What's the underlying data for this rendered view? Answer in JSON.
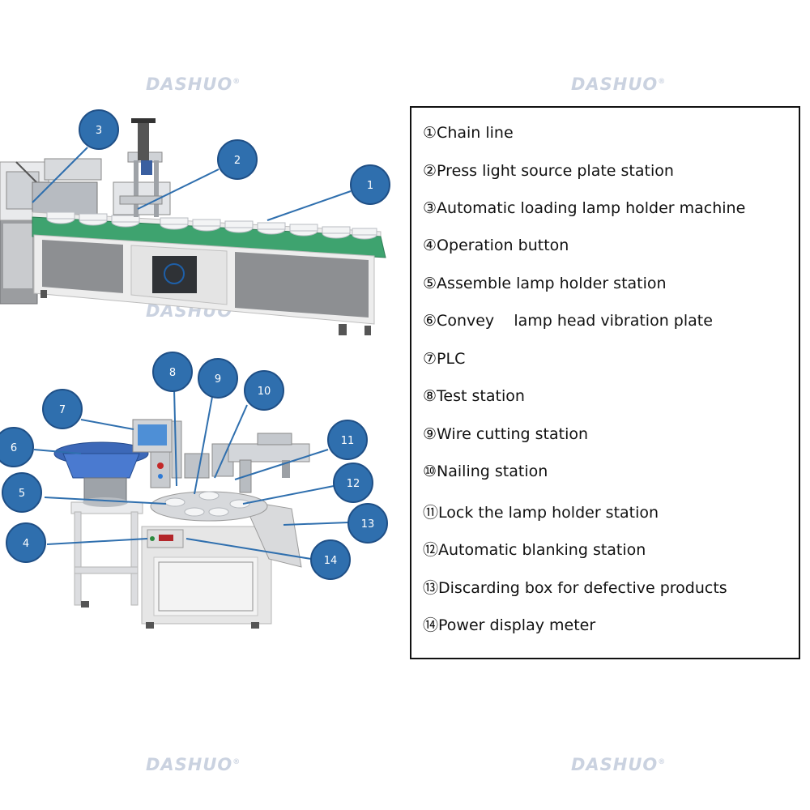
{
  "watermark": {
    "text": "DASHUO",
    "mark": "®"
  },
  "colors": {
    "badge": "#2f6fae",
    "badge_stroke": "#1f4f86",
    "green_belt": "#3ea36f",
    "panel_gray": "#8d8f92",
    "frame": "#e6e6e6"
  },
  "callouts": [
    {
      "num": "1"
    },
    {
      "num": "2"
    },
    {
      "num": "3"
    },
    {
      "num": "4"
    },
    {
      "num": "5"
    },
    {
      "num": "6"
    },
    {
      "num": "7"
    },
    {
      "num": "8"
    },
    {
      "num": "9"
    },
    {
      "num": "10"
    },
    {
      "num": "11"
    },
    {
      "num": "12"
    },
    {
      "num": "13"
    },
    {
      "num": "14"
    }
  ],
  "legend": [
    {
      "mark": "①",
      "text": "Chain line"
    },
    {
      "mark": "②",
      "text": "Press light source plate station"
    },
    {
      "mark": "③",
      "text": "Automatic loading lamp holder machine"
    },
    {
      "mark": "④",
      "text": "Operation button"
    },
    {
      "mark": "⑤",
      "text": "Assemble lamp holder station"
    },
    {
      "mark": "⑥",
      "text": "Convey    lamp head vibration plate"
    },
    {
      "mark": "⑦",
      "text": "PLC"
    },
    {
      "mark": "⑧",
      "text": "Test station"
    },
    {
      "mark": "⑨",
      "text": "Wire cutting station"
    },
    {
      "mark": "⑩",
      "text": "Nailing station"
    },
    {
      "mark": "⑪",
      "text": "Lock the lamp holder station"
    },
    {
      "mark": "⑫",
      "text": "Automatic blanking station"
    },
    {
      "mark": "⑬",
      "text": "Discarding box for defective products"
    },
    {
      "mark": "⑭",
      "text": "Power display meter"
    }
  ]
}
